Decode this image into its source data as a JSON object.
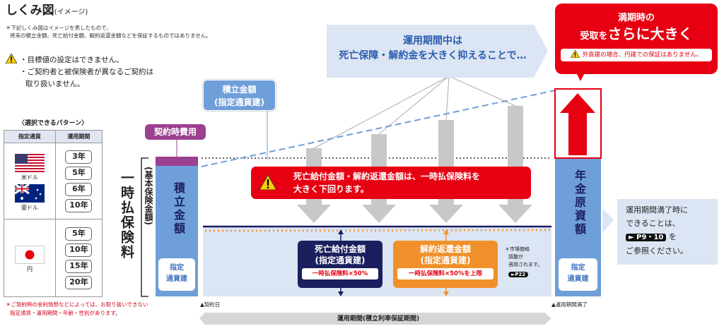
{
  "title": "しくみ図",
  "title_sub": "(イメージ)",
  "note_lines": [
    "＊下記しくみ図はイメージを表したもので、",
    "将来の積立金額、死亡給付金額、解約返還金額などを保証するものではありません。"
  ],
  "warnings": [
    "・目標値の設定はできません。",
    "・ご契約者と被保険者が異なるご契約は",
    "取り扱いません。"
  ],
  "patterns": {
    "heading": "〈選択できるパターン〉",
    "col_currency": "指定通貨",
    "col_period": "運用期間",
    "usd": "米ドル",
    "aud": "豪ドル",
    "jpy": "円",
    "foreign_periods": [
      "3年",
      "5年",
      "6年",
      "10年"
    ],
    "yen_periods": [
      "5年",
      "10年",
      "15年",
      "20年"
    ]
  },
  "footnote": [
    "＊ご契約時の金利情勢などによっては、お取り扱いできない",
    "指定通貨・運用期間・年齢・性別があります。"
  ],
  "contract_fee": "契約時費用",
  "premium_label": "一時払保険料",
  "premium_sub": "(基本保険金額)",
  "accum_pillar": "積立金額",
  "designated": "指定通貨建",
  "designated_l1": "指定",
  "designated_l2": "通貨建",
  "accum_callout": [
    "積立金額",
    "(指定通貨建)"
  ],
  "bubble": [
    "運用期間中は",
    "死亡保障・解約金を大きく抑えることで…"
  ],
  "maturity": {
    "l1": "満期時の",
    "l2a": "受取を",
    "l2b": "さらに大きく",
    "warn": "外貨建の場合、円建での保証はありません。"
  },
  "red_banner": [
    "死亡給付金額・解約返還金額は、一時払保険料を",
    "大きく下回ります。"
  ],
  "death": {
    "title": [
      "死亡給付金額",
      "(指定通貨建)"
    ],
    "value": "一時払保険料×50%"
  },
  "surrender": {
    "title": [
      "解約返還金額",
      "(指定通貨建)"
    ],
    "value": "一時払保険料×50%を上限"
  },
  "mva_note": [
    "＊市場価格",
    "調整が",
    "適用されます。"
  ],
  "mva_ref": "►P22",
  "pension_pillar": "年金原資額",
  "contract_date": "▲契約日",
  "maturity_date": "▲運用期間満了",
  "period_bar": "運用期間(積立利率保証期間)",
  "after": {
    "l1": "運用期間満了時に",
    "l2": "できることは、",
    "ref": "► P9・10",
    "l3": " を",
    "l4": "ご参照ください。"
  },
  "colors": {
    "red": "#e60012",
    "navy": "#1a1f5e",
    "orange": "#f0902a",
    "blue": "#6f9fd8",
    "purple": "#9b3f8f"
  }
}
